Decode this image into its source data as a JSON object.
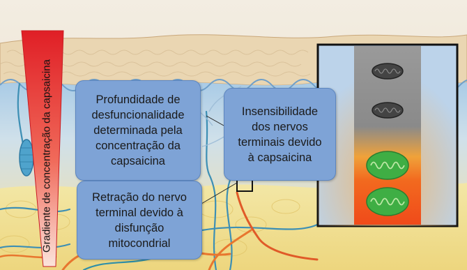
{
  "gradient_label": "Gradiente de concentração da capsaicina",
  "callouts": {
    "depth": "Profundidade de\ndesfuncionalidade\ndeterminada pela\nconcentração da\ncapsaicina",
    "insensitivity": "Insensibilidade\ndos nervos\nterminais devido\nà capsaicina",
    "retraction": "Retração do nervo\nterminal devido à\ndisfunção\nmitocondrial"
  },
  "colors": {
    "callout_fill": "#7ea3d6",
    "gradient_red": "#e8262a",
    "nerve_orange": "#e8762e",
    "mitochondria_healthy": "#3fae44",
    "mitochondria_damaged": "#3f3f3f"
  },
  "icons": [
    "gradient-wedge",
    "zoom-inset-frame",
    "mitochondrion-damaged",
    "mitochondrion-healthy"
  ]
}
